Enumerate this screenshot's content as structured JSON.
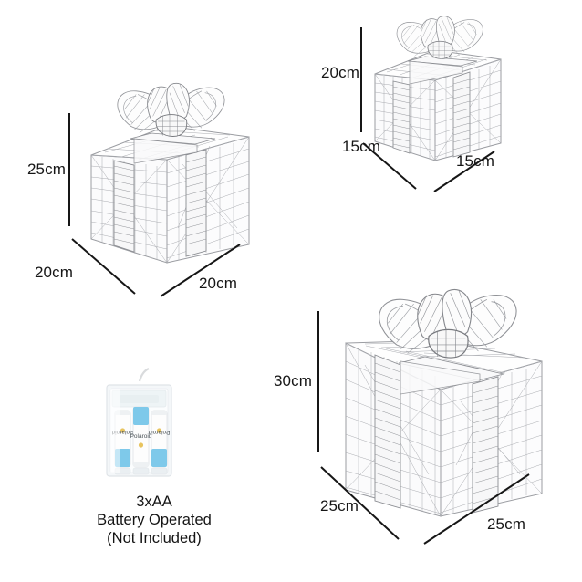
{
  "page": {
    "background_color": "#ffffff",
    "line_color": "#161616",
    "text_color": "#161616",
    "wire_color": "#8d8f94",
    "battery_accent_color": "#7ec9ea",
    "battery_brand": "Polaroid"
  },
  "products": [
    {
      "id": "small-gift-box",
      "name": "Wire gift box small",
      "height": "25cm",
      "depth": "20cm",
      "width": "20cm"
    },
    {
      "id": "medium-gift-box",
      "name": "Wire gift box medium",
      "height": "20cm",
      "depth": "15cm",
      "width": "15cm"
    },
    {
      "id": "large-gift-box",
      "name": "Wire gift box large",
      "height": "30cm",
      "depth": "25cm",
      "width": "25cm"
    }
  ],
  "battery": {
    "count_label": "3xAA",
    "operation_label": "Battery Operated",
    "inclusion_label": "(Not Included)",
    "cells": 3
  }
}
